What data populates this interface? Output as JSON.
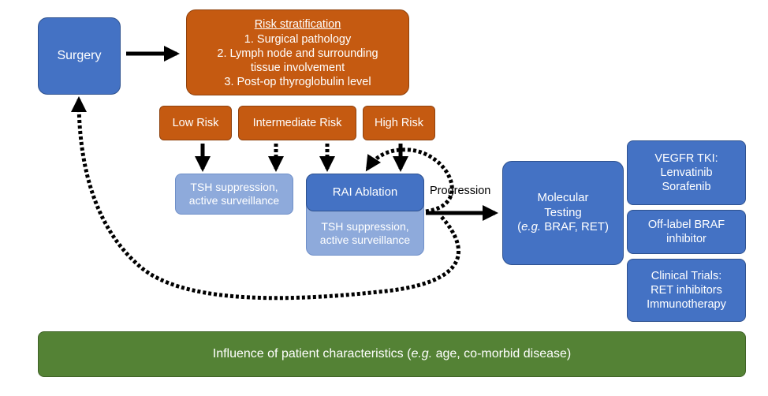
{
  "surgery": {
    "label": "Surgery"
  },
  "risk_stratification": {
    "title": "Risk stratification",
    "items": [
      "1.   Surgical pathology",
      "2.   Lymph node and surrounding",
      "tissue  involvement",
      "3.   Post-op thyroglobulin level"
    ]
  },
  "risk_levels": {
    "low": "Low Risk",
    "intermediate": "Intermediate Risk",
    "high": "High Risk"
  },
  "tsh_box": {
    "line1": "TSH suppression,",
    "line2": "active surveillance"
  },
  "rai": {
    "label": "RAI Ablation",
    "tsh_line1": "TSH suppression,",
    "tsh_line2": "active surveillance"
  },
  "progression": {
    "label": "Progression"
  },
  "molecular": {
    "line1": "Molecular",
    "line2": "Testing",
    "eg": "e.g.",
    "genes": " BRAF, RET)"
  },
  "therapies": {
    "vegfr": [
      "VEGFR TKI:",
      "Lenvatinib",
      "Sorafenib"
    ],
    "braf": [
      "Off-label BRAF",
      "inhibitor"
    ],
    "trials": [
      "Clinical Trials:",
      "RET inhibitors",
      "Immunotherapy"
    ]
  },
  "patient": {
    "prefix": "Influence of patient characteristics (",
    "eg": "e.g.",
    "suffix": " age, co-morbid disease)"
  },
  "colors": {
    "blue": "#4472c4",
    "orange": "#c55a11",
    "light_blue": "#8eaadb",
    "green": "#548235"
  }
}
